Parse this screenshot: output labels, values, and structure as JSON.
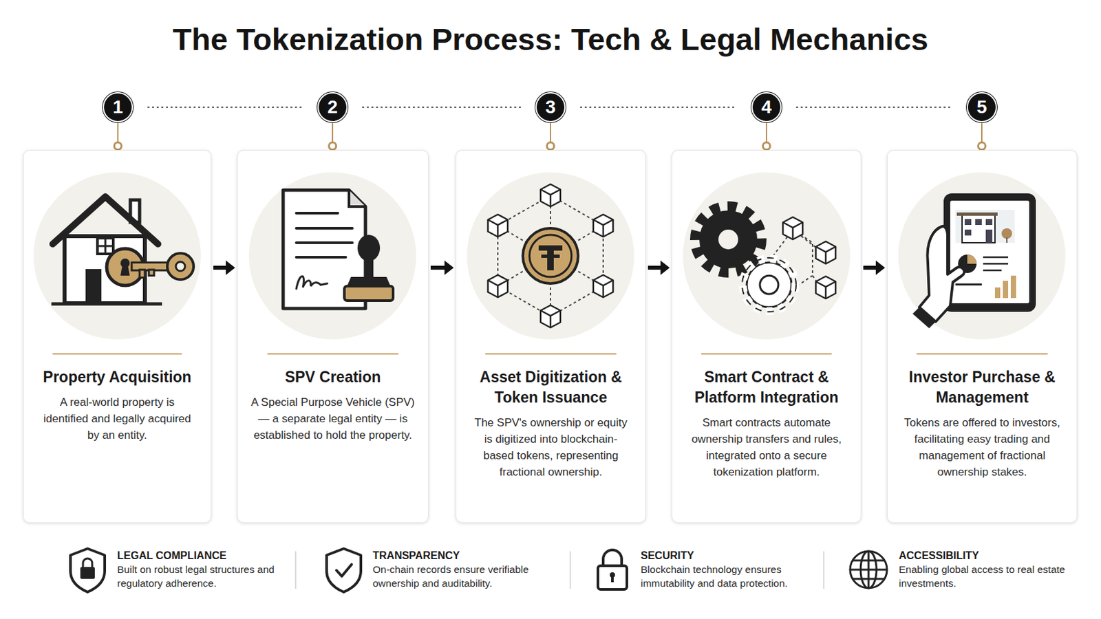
{
  "diagram": {
    "title": "The Tokenization Process: Tech & Legal Mechanics",
    "nodes": [
      {
        "text": [
          "1"
        ]
      },
      {
        "text": [
          "2"
        ]
      },
      {
        "text": [
          "3"
        ]
      },
      {
        "text": [
          "4"
        ]
      },
      {
        "text": [
          "5"
        ]
      },
      {
        "text": [
          "Property Acquisition",
          "A real-world property is identified and legally acquired by an entity."
        ]
      },
      {
        "text": [
          "SPV Creation",
          "A Special Purpose Vehicle (SPV) — a separate legal entity — is established to hold the property."
        ]
      },
      {
        "text": [
          "Asset Digitization & Token Issuance",
          "The SPV's ownership or equity is digitized into blockchain-based tokens, representing fractional ownership."
        ]
      },
      {
        "text": [
          "Smart Contract & Platform Integration",
          "Smart contracts automate ownership transfers and rules, integrated onto a secure tokenization platform."
        ]
      },
      {
        "text": [
          "Investor Purchase & Management",
          "Tokens are offered to investors, facilitating easy trading and management of fractional ownership stakes."
        ]
      }
    ],
    "edges": [
      {
        "from": 0,
        "to": 1,
        "arrow": "none"
      },
      {
        "from": 1,
        "to": 2,
        "arrow": "none"
      },
      {
        "from": 2,
        "to": 3,
        "arrow": "none"
      },
      {
        "from": 3,
        "to": 4,
        "arrow": "none"
      },
      {
        "from": 0,
        "to": 5,
        "arrow": "none"
      },
      {
        "from": 1,
        "to": 6,
        "arrow": "none"
      },
      {
        "from": 2,
        "to": 7,
        "arrow": "none"
      },
      {
        "from": 3,
        "to": 8,
        "arrow": "none"
      },
      {
        "from": 4,
        "to": 9,
        "arrow": "none"
      },
      {
        "from": 5,
        "to": 6,
        "arrow": "to"
      },
      {
        "from": 6,
        "to": 7,
        "arrow": "to"
      },
      {
        "from": 7,
        "to": 8,
        "arrow": "to"
      },
      {
        "from": 8,
        "to": 9,
        "arrow": "to"
      }
    ],
    "labels": [
      "LEGAL COMPLIANCE",
      "Built on robust legal structures and regulatory adherence.",
      "TRANSPARENCY",
      "On-chain records ensure verifiable ownership and auditability.",
      "SECURITY",
      "Blockchain technology ensures immutability and data protection.",
      "ACCESSIBILITY",
      "Enabling global access to real estate investments."
    ]
  }
}
